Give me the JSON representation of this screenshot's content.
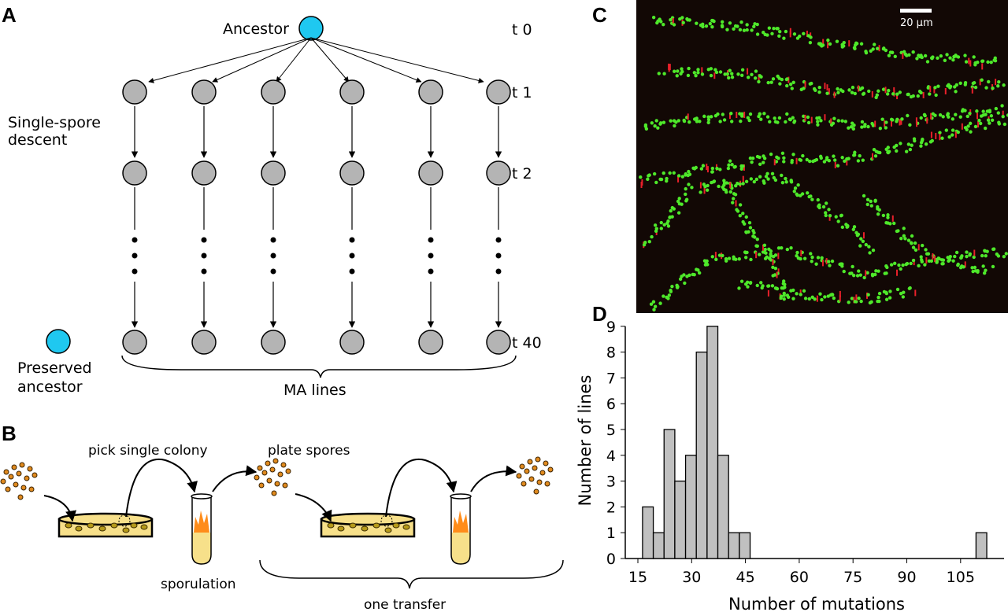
{
  "panel_labels": {
    "a": "A",
    "b": "B",
    "c": "C",
    "d": "D"
  },
  "panel_a": {
    "ancestor": "Ancestor",
    "single_spore_descent_1": "Single-spore",
    "single_spore_descent_2": "descent",
    "preserved_1": "Preserved",
    "preserved_2": "ancestor",
    "ma_lines": "MA lines",
    "timepoints": [
      "t 0",
      "t 1",
      "t 2",
      "t 40"
    ],
    "colors": {
      "ancestor": "#1fc8f0",
      "line": "#b4b4b4"
    }
  },
  "panel_b": {
    "pick_single_colony": "pick single colony",
    "plate_spores": "plate spores",
    "sporulation": "sporulation",
    "one_transfer": "one transfer",
    "colors": {
      "spore": "#e08a1e",
      "agar": "#f7e08a",
      "flame": "#ff8c1a"
    }
  },
  "panel_c": {
    "scale_bar": "20 µm"
  },
  "chart_data": {
    "type": "bar",
    "title": "",
    "xlabel": "Number of mutations",
    "ylabel": "Number of lines",
    "bin_width": 3,
    "bin_starts": [
      16.3,
      19.3,
      22.3,
      25.3,
      28.3,
      31.3,
      34.3,
      37.3,
      40.3,
      43.3,
      109.3
    ],
    "values": [
      2,
      1,
      5,
      3,
      4,
      8,
      9,
      4,
      1,
      1,
      1
    ],
    "xlim": [
      12,
      117
    ],
    "ylim": [
      0,
      9
    ],
    "xticks": [
      "15",
      "30",
      "45",
      "60",
      "75",
      "90",
      "105"
    ],
    "yticks": [
      "0",
      "1",
      "2",
      "3",
      "4",
      "5",
      "6",
      "7",
      "8",
      "9"
    ],
    "grid": false,
    "bar_color": "#c0c0c0"
  }
}
